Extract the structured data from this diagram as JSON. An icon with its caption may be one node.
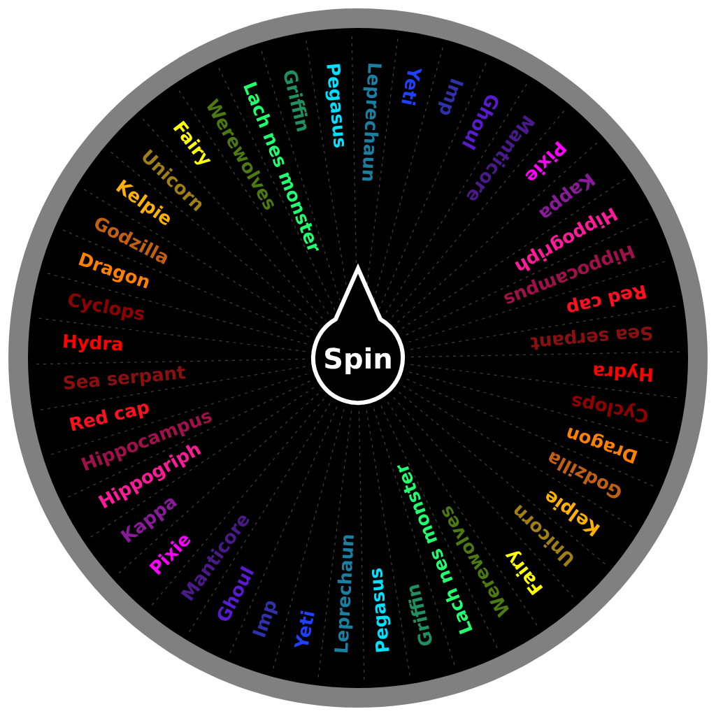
{
  "diagram": {
    "nodes": [
      {
        "text": [
          "Spin"
        ]
      }
    ],
    "labels": [
      "Leprechaun",
      "Yeti",
      "Imp",
      "Ghoul",
      "Manticore",
      "Pixie",
      "Kappa",
      "Hippogriph",
      "Hippocampus",
      "Red cap",
      "Sea serpant",
      "Hydra",
      "Cyclops",
      "Dragon",
      "Godzilla",
      "Kelpie",
      "Unicorn",
      "Fairy",
      "Werewolves",
      "Lach nes monster",
      "Griffin",
      "Pegasus",
      "Leprechaun",
      "Yeti",
      "Imp",
      "Ghoul",
      "Manticore",
      "Pixie",
      "Kappa",
      "Hippogriph",
      "Hippocampus",
      "Red cap",
      "Sea serpant",
      "Hydra",
      "Cyclops",
      "Dragon",
      "Godzilla",
      "Kelpie",
      "Unicorn",
      "Fairy",
      "Werewolves",
      "Lach nes monster",
      "Griffin",
      "Pegasus"
    ]
  }
}
